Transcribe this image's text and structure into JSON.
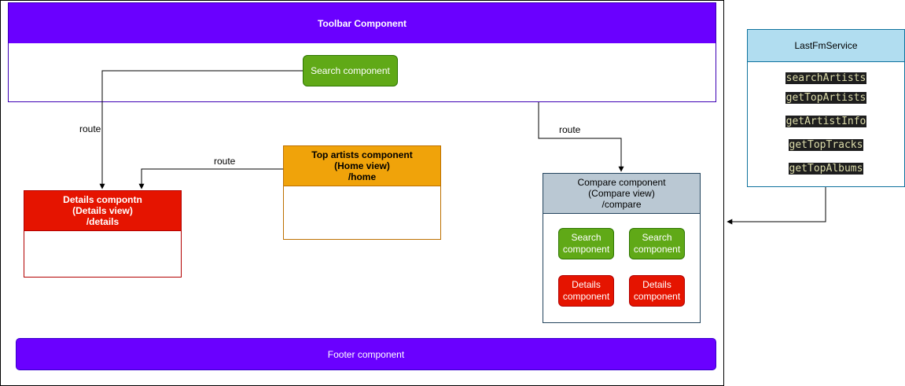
{
  "toolbar": {
    "title": "Toolbar Component",
    "search_label": "Search component"
  },
  "details": {
    "line1": "Details compontn",
    "line2": "(Details view)",
    "line3": "/details"
  },
  "top_artists": {
    "line1": "Top artists component",
    "line2": "(Home view)",
    "line3": "/home"
  },
  "compare": {
    "line1": "Compare component",
    "line2": "(Compare view)",
    "line3": "/compare",
    "search1": [
      "Search",
      "component"
    ],
    "search2": [
      "Search",
      "component"
    ],
    "details1": [
      "Details",
      "component"
    ],
    "details2": [
      "Details",
      "component"
    ]
  },
  "footer": {
    "label": "Footer component"
  },
  "service": {
    "title": "LastFmService",
    "methods": [
      "searchArtists",
      "getTopArtists",
      "getArtistInfo",
      "getTopTracks",
      "getTopAlbums"
    ]
  },
  "edges": {
    "route1": "route",
    "route2": "route",
    "route3": "route"
  },
  "colors": {
    "purple": "#6a00ff",
    "green": "#60a917",
    "red": "#e51400",
    "orange": "#f0a30a",
    "slate": "#bac8d3",
    "blue": "#b1ddf0"
  }
}
